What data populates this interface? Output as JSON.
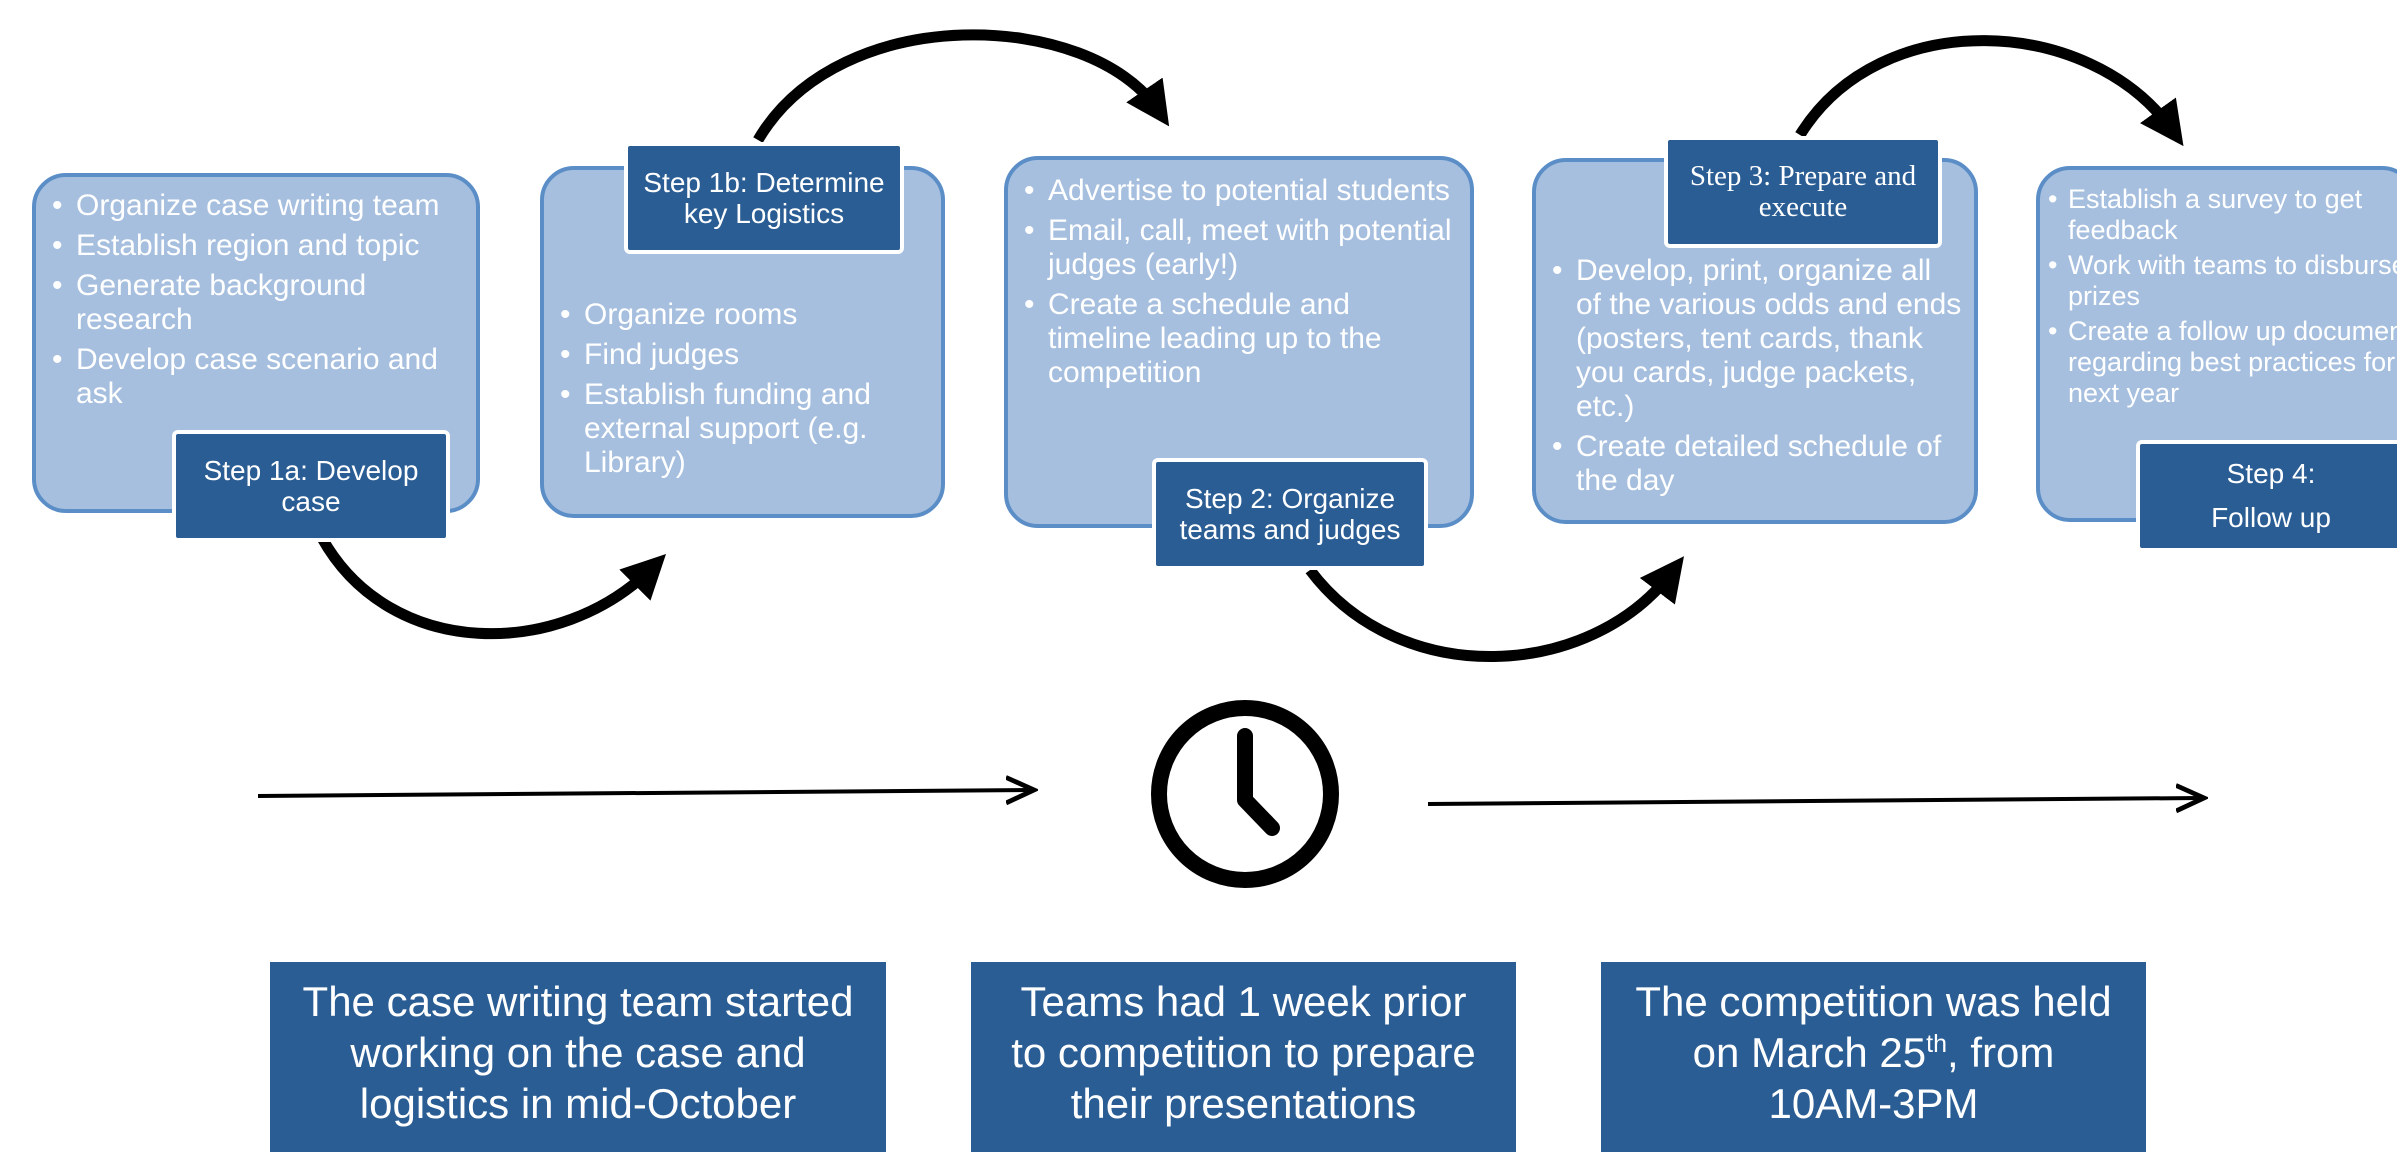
{
  "steps": [
    {
      "label": "Step 1a: Develop case",
      "items": [
        "Organize case writing team",
        "Establish region and topic",
        "Generate background research",
        "Develop case scenario and ask"
      ]
    },
    {
      "label": "Step 1b: Determine key Logistics",
      "items": [
        "Organize rooms",
        "Find judges",
        "Establish funding and external support (e.g. Library)"
      ]
    },
    {
      "label": "Step 2: Organize teams and judges",
      "items": [
        "Advertise to potential students",
        "Email, call, meet with potential judges (early!)",
        "Create a schedule and timeline leading up to the competition"
      ]
    },
    {
      "label": "Step 3: Prepare and execute",
      "items": [
        "Develop, print, organize all of the various odds and ends (posters, tent cards, thank you cards, judge packets, etc.)",
        "Create detailed schedule of the day"
      ]
    },
    {
      "label_line1": "Step 4:",
      "label_line2": "Follow up",
      "items": [
        "Establish a survey to get feedback",
        "Work with teams to disburse prizes",
        "Create a follow up document regarding best practices for next year"
      ]
    }
  ],
  "timeline": [
    {
      "text": "The case writing team started working on the case and logistics in mid-October"
    },
    {
      "text": "Teams had 1 week  prior to competition to prepare their presentations"
    },
    {
      "text_before": "The competition was held on March 25",
      "sup": "th",
      "text_after": ", from 10AM-3PM"
    }
  ],
  "icons": {
    "clock": "clock-icon",
    "arrows": "curved-arrow-icon"
  },
  "colors": {
    "box_fill": "#a6bfdf",
    "box_border": "#5b8ec7",
    "tag_fill": "#2a5d94",
    "arrow": "#000000"
  }
}
